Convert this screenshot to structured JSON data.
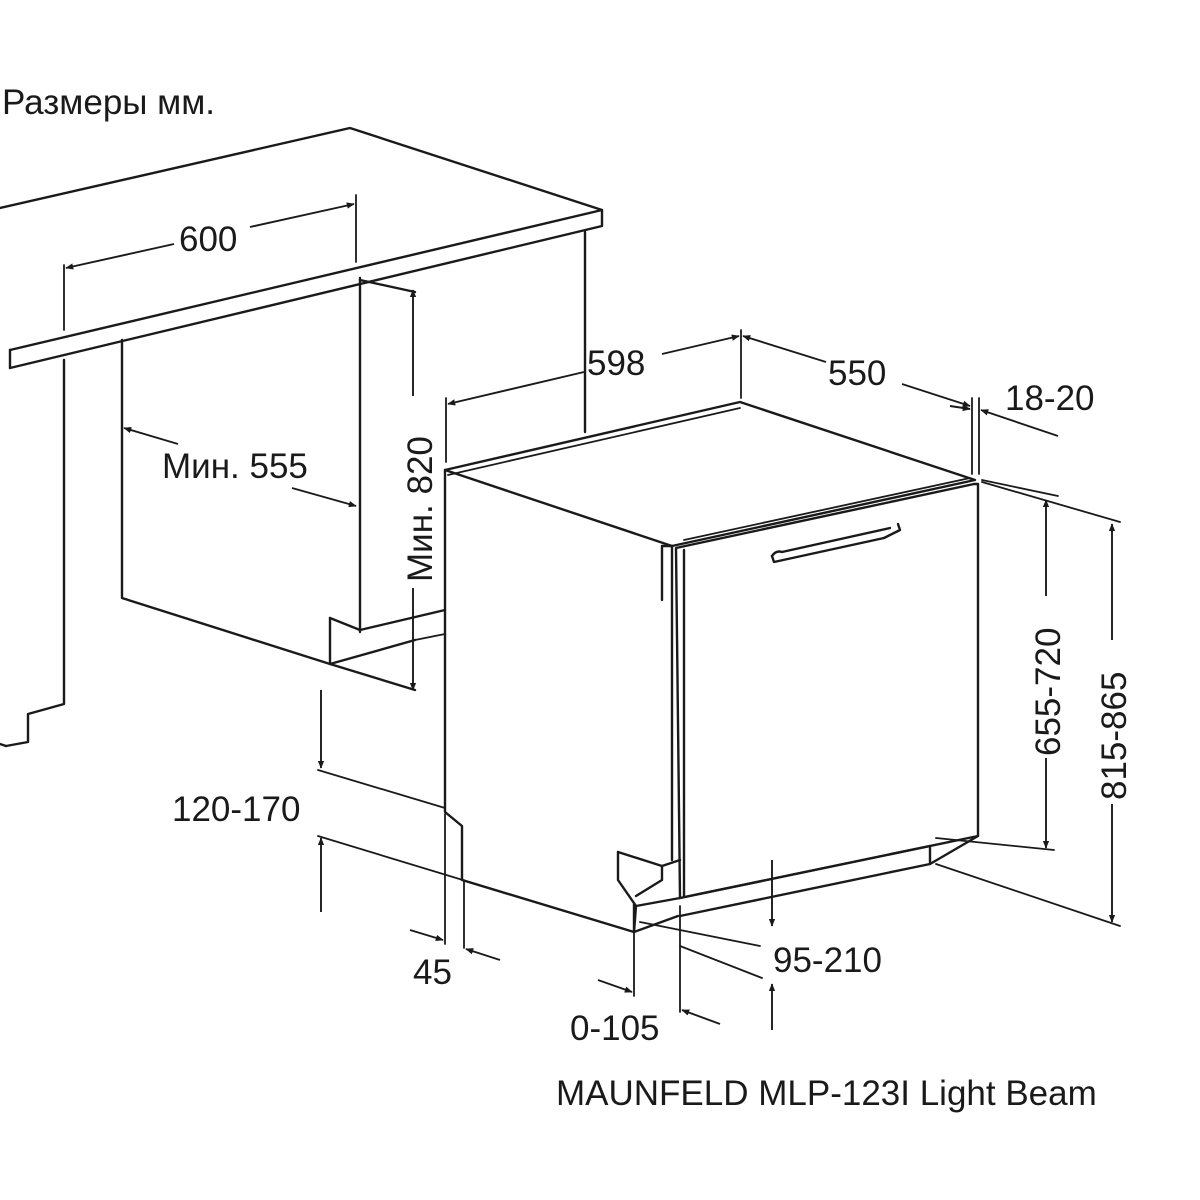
{
  "units_caption": "Размеры мм.",
  "model_caption": "MAUNFELD MLP-123I Light Beam",
  "dimensions": {
    "niche_width": "600",
    "niche_depth_min": "Мин. 555",
    "niche_height_min": "Мин. 820",
    "appliance_width": "598",
    "appliance_depth": "550",
    "door_thickness": "18-20",
    "door_panel_height": "655-720",
    "total_height": "815-865",
    "plinth_height": "120-170",
    "foot_offset": "45",
    "plinth_recess": "95-210",
    "plinth_setback": "0-105"
  }
}
